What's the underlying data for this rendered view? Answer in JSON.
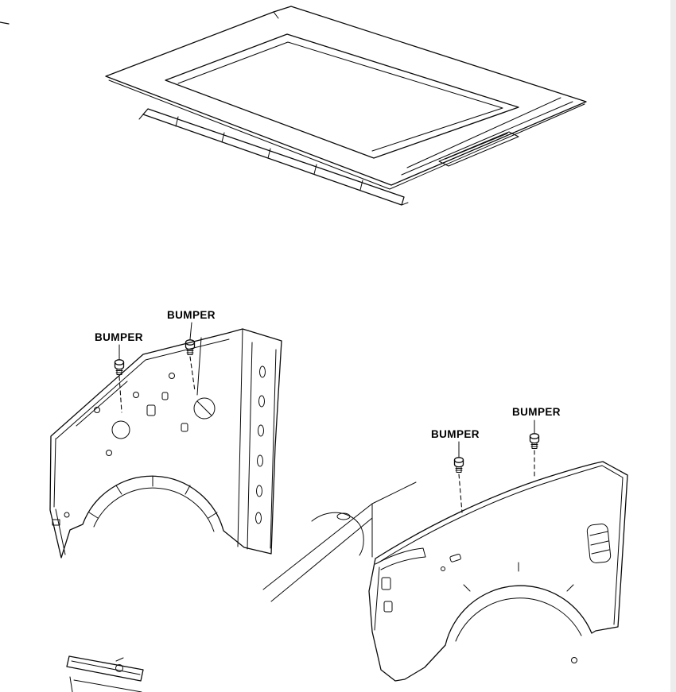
{
  "diagram": {
    "background_color": "#ffffff",
    "line_color": "#0a0a0a",
    "labels": [
      {
        "text": "BUMPER"
      },
      {
        "text": "BUMPER"
      },
      {
        "text": "BUMPER"
      },
      {
        "text": "BUMPER"
      }
    ],
    "parts": [
      "hood-panel",
      "hood-front-seal-strip",
      "front-fender-apron",
      "front-fender",
      "lower-valance-partial",
      "bumper-fastener"
    ],
    "fastener_count": 4
  }
}
